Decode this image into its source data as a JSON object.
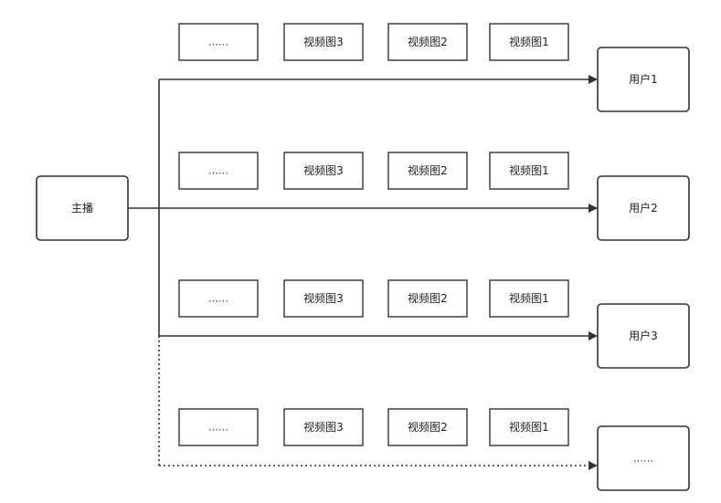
{
  "source": {
    "label": "主播"
  },
  "users": [
    {
      "label": "用户1",
      "dashed": false
    },
    {
      "label": "用户2",
      "dashed": false
    },
    {
      "label": "用户3",
      "dashed": false
    },
    {
      "label": "……",
      "dashed": true
    }
  ],
  "frame_rows": [
    [
      "……",
      "视频图3",
      "视频图2",
      "视频图1"
    ],
    [
      "……",
      "视频图3",
      "视频图2",
      "视频图1"
    ],
    [
      "……",
      "视频图3",
      "视频图2",
      "视频图1"
    ],
    [
      "……",
      "视频图3",
      "视频图2",
      "视频图1"
    ]
  ],
  "colors": {
    "stroke": "#333333",
    "text": "#222222",
    "background": "#ffffff"
  }
}
